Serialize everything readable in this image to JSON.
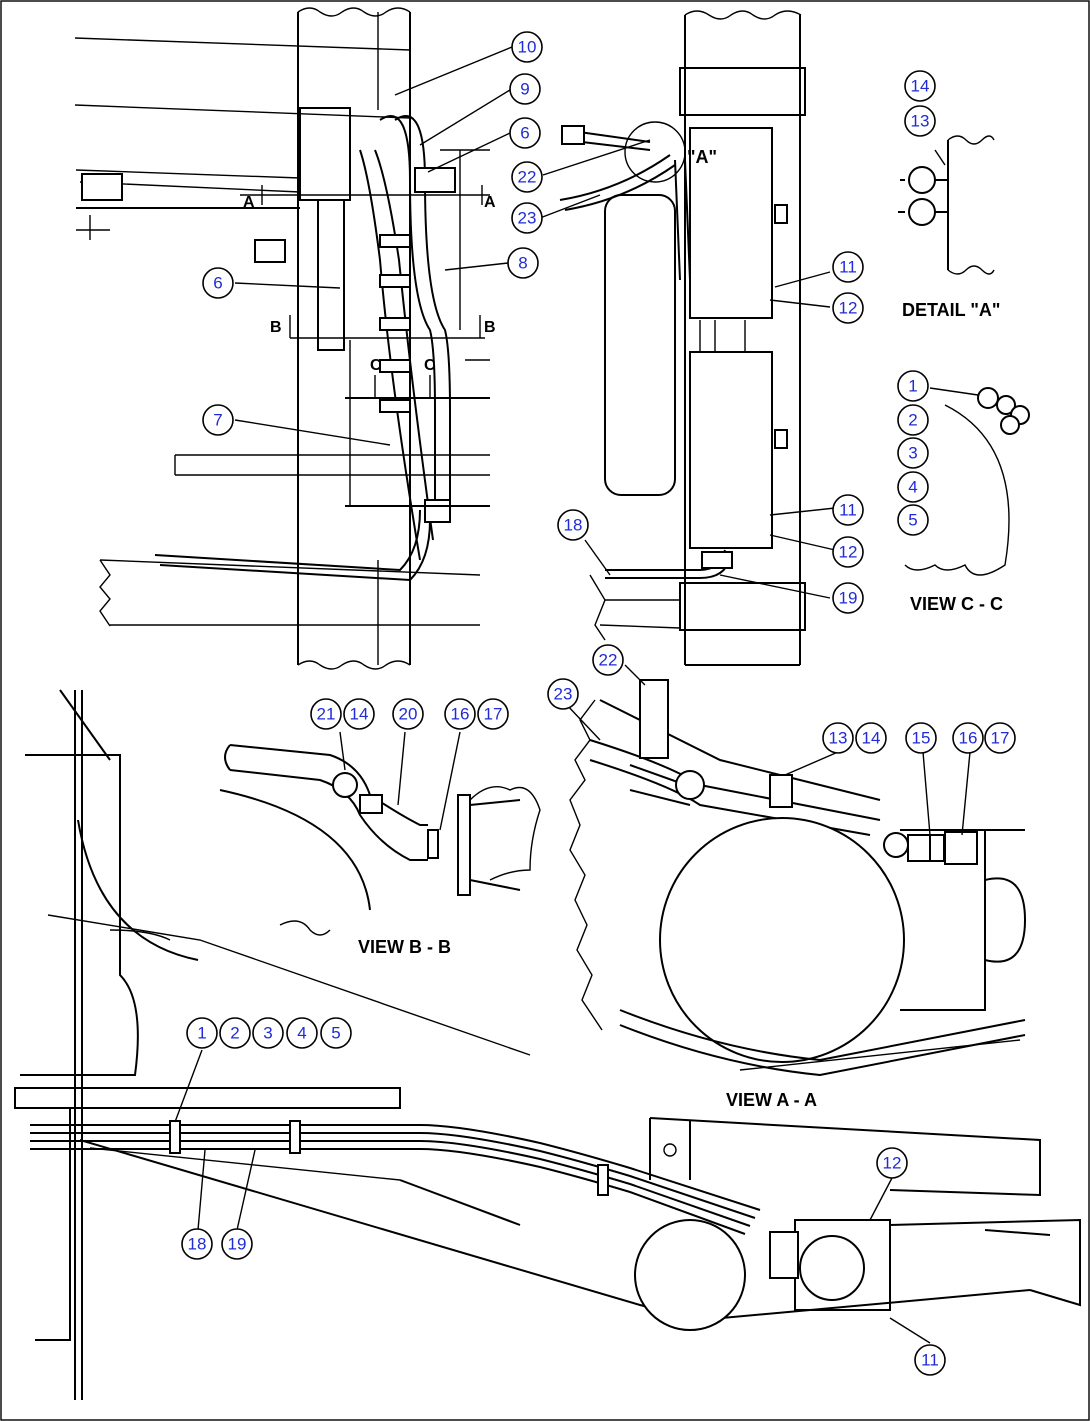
{
  "colors": {
    "callout_text": "#1f2bd6",
    "line": "#000000",
    "background": "#ffffff"
  },
  "captions": {
    "detail_a": "DETAIL \"A\"",
    "view_cc": "VIEW C - C",
    "view_bb": "VIEW B - B",
    "view_aa": "VIEW A - A",
    "detail_marker": "\"A\""
  },
  "section_marks": {
    "a": "A",
    "b": "B",
    "c": "C"
  },
  "callouts": {
    "c10": "10",
    "c9": "9",
    "c6a": "6",
    "c8": "8",
    "c6b": "6",
    "c7": "7",
    "c22a": "22",
    "c23a": "23",
    "c11a": "11",
    "c12a": "12",
    "c11b": "11",
    "c12b": "12",
    "c18a": "18",
    "c19a": "19",
    "c14a": "14",
    "c13a": "13",
    "cc1": "1",
    "cc2": "2",
    "cc3": "3",
    "cc4": "4",
    "cc5": "5",
    "b21": "21",
    "b14": "14",
    "b20": "20",
    "b16": "16",
    "b17": "17",
    "a22": "22",
    "a23": "23",
    "a13": "13",
    "a14": "14",
    "a15": "15",
    "a16": "16",
    "a17": "17",
    "l1": "1",
    "l2": "2",
    "l3": "3",
    "l4": "4",
    "l5": "5",
    "l18": "18",
    "l19": "19",
    "l12": "12",
    "l11": "11"
  }
}
